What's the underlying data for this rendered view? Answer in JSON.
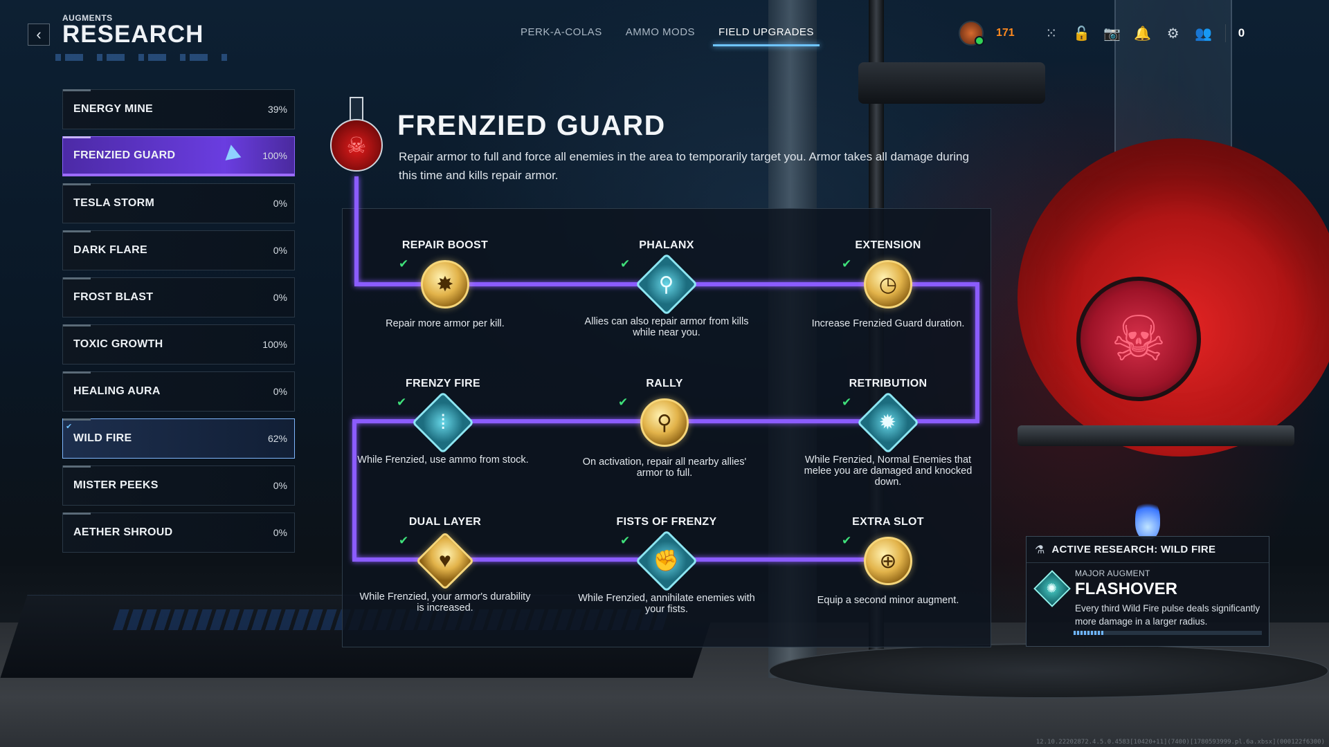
{
  "header": {
    "crumb": "AUGMENTS",
    "title": "RESEARCH"
  },
  "tabs": [
    {
      "label": "PERK-A-COLAS"
    },
    {
      "label": "AMMO MODS"
    },
    {
      "label": "FIELD UPGRADES",
      "active": true
    }
  ],
  "topbar": {
    "level": "171",
    "count": "0"
  },
  "list": [
    {
      "name": "ENERGY MINE",
      "pct": "39%"
    },
    {
      "name": "FRENZIED GUARD",
      "pct": "100%"
    },
    {
      "name": "TESLA STORM",
      "pct": "0%"
    },
    {
      "name": "DARK FLARE",
      "pct": "0%"
    },
    {
      "name": "FROST BLAST",
      "pct": "0%"
    },
    {
      "name": "TOXIC GROWTH",
      "pct": "100%"
    },
    {
      "name": "HEALING AURA",
      "pct": "0%"
    },
    {
      "name": "WILD FIRE",
      "pct": "62%"
    },
    {
      "name": "MISTER PEEKS",
      "pct": "0%"
    },
    {
      "name": "AETHER SHROUD",
      "pct": "0%"
    }
  ],
  "detail": {
    "title": "FRENZIED GUARD",
    "desc": "Repair armor to full and force all enemies in the area to temporarily target you. Armor takes all damage during this time and kills repair armor."
  },
  "nodes": [
    {
      "name": "REPAIR BOOST",
      "desc": "Repair more armor per kill."
    },
    {
      "name": "PHALANX",
      "desc": "Allies can also repair armor from kills while near you."
    },
    {
      "name": "EXTENSION",
      "desc": "Increase Frenzied Guard duration."
    },
    {
      "name": "FRENZY FIRE",
      "desc": "While Frenzied, use ammo from stock."
    },
    {
      "name": "RALLY",
      "desc": "On activation, repair all nearby allies' armor to full."
    },
    {
      "name": "RETRIBUTION",
      "desc": "While Frenzied, Normal Enemies that melee you are damaged and knocked down."
    },
    {
      "name": "DUAL LAYER",
      "desc": "While Frenzied, your armor's durability is increased."
    },
    {
      "name": "FISTS OF FRENZY",
      "desc": "While Frenzied, annihilate enemies with your fists."
    },
    {
      "name": "EXTRA SLOT",
      "desc": "Equip a second minor augment."
    }
  ],
  "active_research": {
    "label": "ACTIVE RESEARCH: WILD FIRE",
    "sub": "MAJOR AUGMENT",
    "name": "FLASHOVER",
    "desc": "Every third Wild Fire pulse deals significantly more damage in a larger radius.",
    "progress": 0.16
  },
  "watermark": "12.10.22202872.4.5.0.4583[10420+11](7400)[1780593999.pl.6a.xbsx](000122f6300)",
  "colors": {
    "accent": "#8b5cff",
    "check": "#3fe07a",
    "level": "#ff8a1f"
  }
}
